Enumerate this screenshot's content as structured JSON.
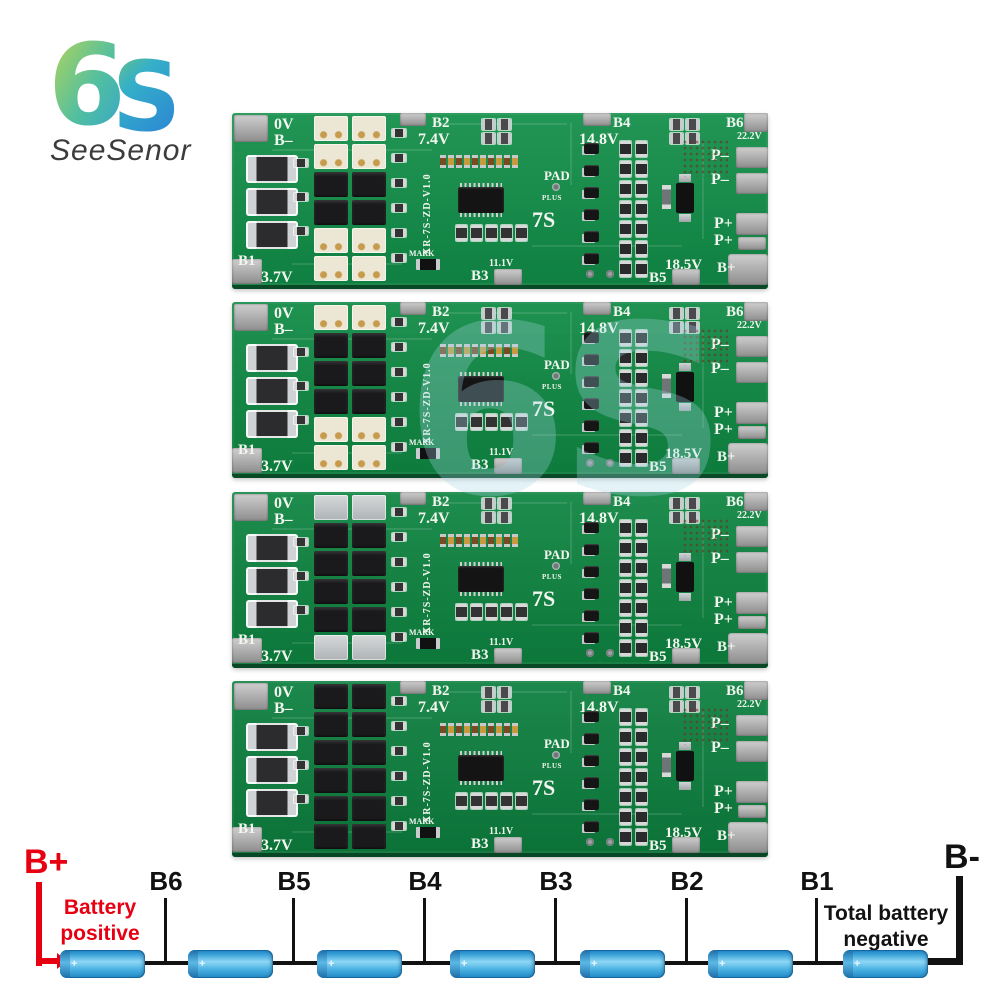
{
  "logo": {
    "mark_left": "6",
    "mark_right": "S",
    "brand": "SeeSenor",
    "colors": {
      "green": "#c3d84d",
      "teal": "#45b9a0",
      "blue": "#2b86d4"
    }
  },
  "pcb": {
    "labels": {
      "v0": "0V",
      "b_minus": "B–",
      "b1": "B1",
      "v3_7": "3.7V",
      "b2": "B2",
      "v7_4": "7.4V",
      "b3": "B3",
      "v11_1": "11.1V",
      "b4": "B4",
      "v14_8": "14.8V",
      "b5": "B5",
      "v18_5": "18.5V",
      "b6": "B6",
      "v22_2": "22.2V",
      "p_minus": "P–",
      "p_plus": "P+",
      "b_plus": "B+",
      "pad": "PAD",
      "plus": "PLUS",
      "series": "7S",
      "mark": "MARK",
      "model": "XR-7S-ZD-V1.0"
    }
  },
  "boards": [
    {
      "name": "bms-board-1",
      "base": "#118e48",
      "fet_rows": [
        "ivory",
        "ivory",
        "black",
        "black",
        "ivory",
        "ivory"
      ]
    },
    {
      "name": "bms-board-2",
      "base": "#0e8943",
      "fet_rows": [
        "ivory",
        "black",
        "black",
        "black",
        "ivory",
        "ivory"
      ]
    },
    {
      "name": "bms-board-3",
      "base": "#0d8440",
      "fet_rows": [
        "silver",
        "black",
        "black",
        "black",
        "black",
        "silver"
      ]
    },
    {
      "name": "bms-board-4",
      "base": "#0c7f3e",
      "fet_rows": [
        "black",
        "black",
        "black",
        "black",
        "black",
        "black"
      ]
    }
  ],
  "diagram": {
    "b_plus": "B+",
    "b_minus": "B-",
    "positive_line1": "Battery",
    "positive_line2": "positive",
    "negative_line1": "Total battery",
    "negative_line2": "negative",
    "taps": [
      "B6",
      "B5",
      "B4",
      "B3",
      "B2",
      "B1"
    ],
    "cells": 7,
    "colors": {
      "positive": "#e60012",
      "wire": "#121212",
      "battery": "#49b1e2"
    }
  }
}
